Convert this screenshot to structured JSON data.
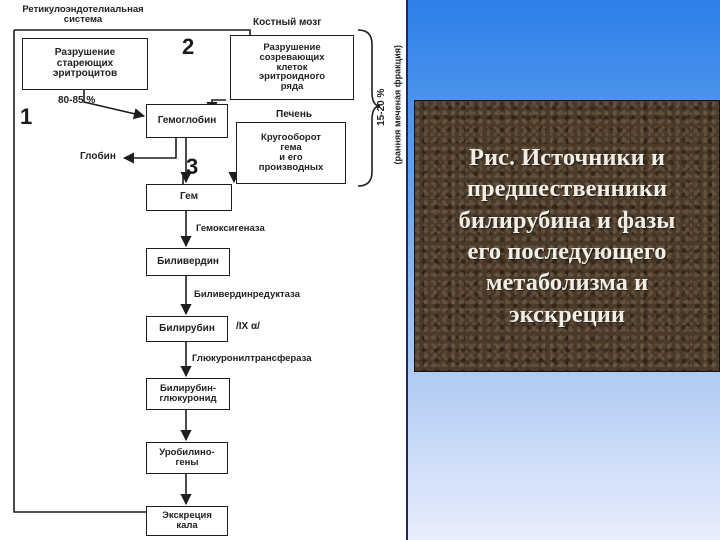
{
  "diagram": {
    "nodes": {
      "ret_header": "Ретикулоэндотелиальная\nсистема",
      "rbc_destruction": "Разрушение\nстареющих\nэритроцитов",
      "percent_main": "80-85 %",
      "bone_marrow_header": "Костный мозг",
      "marrow_destruction": "Разрушение\nсозревающих\nклеток\nэритроидного\nряда",
      "hemoglobin": "Гемоглобин",
      "globin": "Глобин",
      "liver_header": "Печень",
      "heme_turnover": "Кругооборот\nгема\nи его\nпроизводных",
      "heme": "Гем",
      "heme_oxygenase": "Гемоксигеназа",
      "biliverdin": "Биливердин",
      "biliverdin_reductase": "Биливердинредуктаза",
      "bilirubin": "Билирубин",
      "bilirubin_isomer": "/IX α/",
      "glucuronyl_transferase": "Глюкуронилтрансфераза",
      "bilirubin_glucuronide": "Билирубин-\nглюкуронид",
      "urobilinogens": "Уробилино-\nгены",
      "fecal_excretion": "Экскреция\nкала",
      "percent_early": "15-20 %",
      "early_fraction": "(ранняя меченая фракция)"
    },
    "markers": {
      "one": "1",
      "two": "2",
      "three": "3"
    }
  },
  "caption": "Рис. Источники и\nпредшественники\nбилирубина и фазы\nего последующего\nметаболизма и\nэкскреции"
}
